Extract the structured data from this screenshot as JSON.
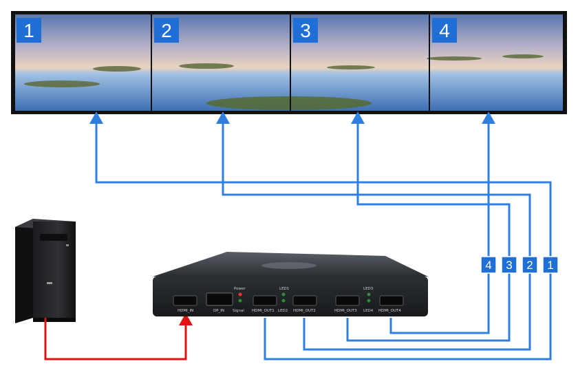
{
  "screens": [
    {
      "number": "1"
    },
    {
      "number": "2"
    },
    {
      "number": "3"
    },
    {
      "number": "4"
    }
  ],
  "cable_badges": [
    "4",
    "3",
    "2",
    "1"
  ],
  "device": {
    "ports": [
      "HDMI_IN",
      "DP_IN",
      "HDMI_OUT1",
      "HDMI_OUT2",
      "HDMI_OUT3",
      "HDMI_OUT4"
    ],
    "led_labels": {
      "power": "Power",
      "signal": "Signal",
      "led1": "LED1",
      "led2": "LED2",
      "led3": "LED3",
      "led4": "LED4"
    }
  },
  "colors": {
    "link_blue": "#2f7fe0",
    "input_red": "#e01212",
    "badge_blue": "#1f6fd6"
  }
}
